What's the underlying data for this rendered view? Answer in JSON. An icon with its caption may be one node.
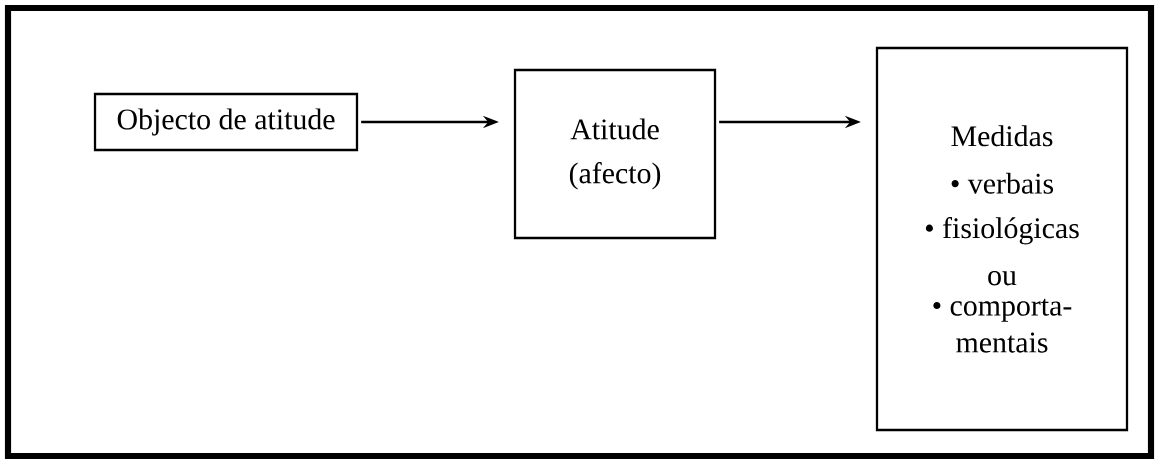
{
  "diagram": {
    "nodes": [
      {
        "text": [
          "Objecto de atitude"
        ]
      },
      {
        "text": [
          "Atitude",
          "(afecto)"
        ]
      },
      {
        "text": [
          "Medidas",
          "• verbais",
          "• fisiológicas",
          "ou",
          "• comporta- mentais"
        ]
      }
    ],
    "edges": [
      {
        "from": 0,
        "to": 1,
        "arrow": "to"
      },
      {
        "from": 1,
        "to": 2,
        "arrow": "to"
      }
    ]
  }
}
